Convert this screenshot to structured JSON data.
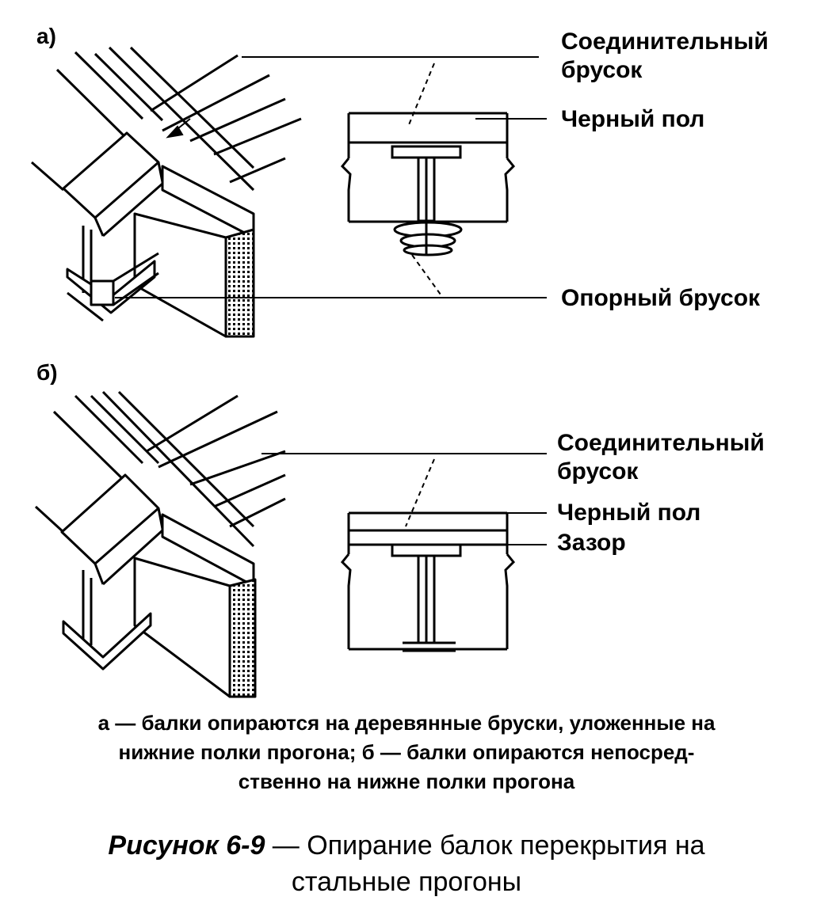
{
  "panels": {
    "a": {
      "marker": "а)",
      "labels": {
        "connector": [
          "Соединительный",
          "брусок"
        ],
        "subfloor": "Черный пол",
        "support": "Опорный брусок"
      }
    },
    "b": {
      "marker": "б)",
      "labels": {
        "connector": [
          "Соединительный",
          "брусок"
        ],
        "subfloor": "Черный пол",
        "gap": "Зазор"
      }
    }
  },
  "caption": [
    "а — балки опираются на деревянные бруски, уложенные на",
    "нижние полки прогона; б — балки опираются непосред-",
    "ственно на нижне полки прогона"
  ],
  "figure": {
    "number": "Рисунок 6-9",
    "title_line1": " — Опирание балок перекрытия на",
    "title_line2": "стальные прогоны"
  }
}
